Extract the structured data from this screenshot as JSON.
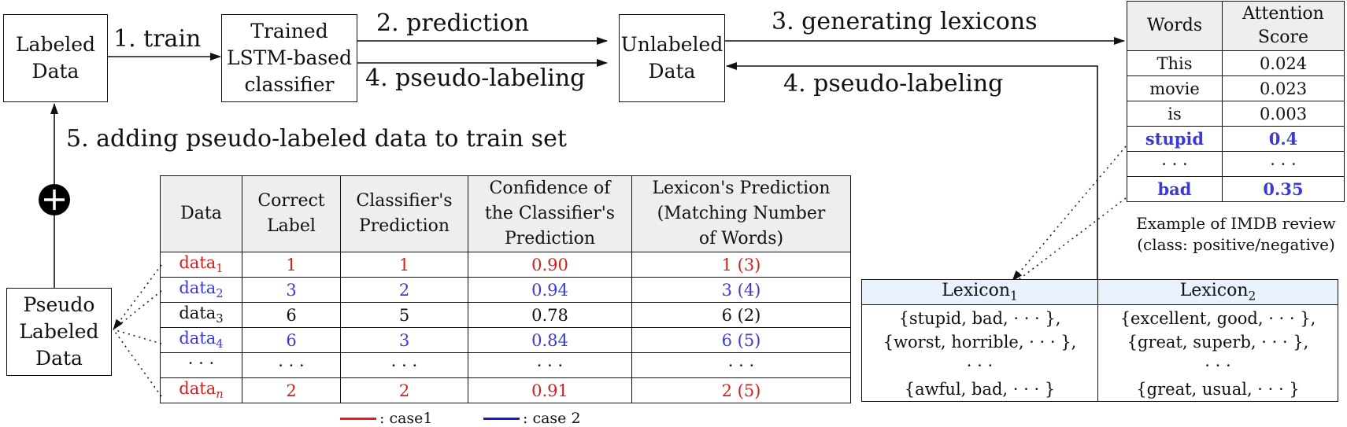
{
  "boxes": {
    "labeled": "Labeled\nData",
    "trained": "Trained\nLSTM-based\nclassifier",
    "unlabeled": "Unlabeled\nData",
    "pseudo": "Pseudo\nLabeled\nData"
  },
  "steps": {
    "train": "1.  train",
    "prediction": "2.  prediction",
    "pseudo_labeling_left": "4.  pseudo-labeling",
    "generating_lexicons": "3.  generating lexicons",
    "pseudo_labeling_right": "4.  pseudo-labeling",
    "adding": "5.  adding pseudo-labeled data to train set"
  },
  "attention_table": {
    "headers": [
      "Words",
      "Attention\nScore"
    ],
    "rows": [
      {
        "word": "This",
        "score": "0.024",
        "highlight": false
      },
      {
        "word": "movie",
        "score": "0.023",
        "highlight": false
      },
      {
        "word": "is",
        "score": "0.003",
        "highlight": false
      },
      {
        "word": "stupid",
        "score": "0.4",
        "highlight": true
      },
      {
        "word": "· · ·",
        "score": "· · ·",
        "highlight": false
      },
      {
        "word": "bad",
        "score": "0.35",
        "highlight": true
      }
    ],
    "caption": "Example of IMDB review\n(class: positive/negative)"
  },
  "main_table": {
    "headers": [
      "Data",
      "Correct\nLabel",
      "Classifier's\nPrediction",
      "Confidence of\nthe Classifier's\nPrediction",
      "Lexicon's Prediction\n(Matching Number\nof Words)"
    ],
    "rows": [
      {
        "data": "data",
        "sub": "1",
        "label": "1",
        "pred": "1",
        "conf": "0.90",
        "lex": "1 (3)",
        "color": "red"
      },
      {
        "data": "data",
        "sub": "2",
        "label": "3",
        "pred": "2",
        "conf": "0.94",
        "lex": "3 (4)",
        "color": "blue"
      },
      {
        "data": "data",
        "sub": "3",
        "label": "6",
        "pred": "5",
        "conf": "0.78",
        "lex": "6 (2)",
        "color": "black"
      },
      {
        "data": "data",
        "sub": "4",
        "label": "6",
        "pred": "3",
        "conf": "0.84",
        "lex": "6 (5)",
        "color": "blue"
      },
      {
        "data": "· · ·",
        "sub": "",
        "label": "· · ·",
        "pred": "· · ·",
        "conf": "· · ·",
        "lex": "· · ·",
        "color": "black"
      },
      {
        "data": "data",
        "sub": "n",
        "label": "2",
        "pred": "2",
        "conf": "0.91",
        "lex": "2 (5)",
        "color": "red"
      }
    ]
  },
  "lexicon_table": {
    "headers": [
      {
        "name": "Lexicon",
        "sub": "1"
      },
      {
        "name": "Lexicon",
        "sub": "2"
      }
    ],
    "col1": "{stupid, bad, · · · },\n{worst, horrible, · · · },\n· · ·\n{awful, bad, · · · }",
    "col2": "{excellent, good, · · · },\n{great, superb, · · · },\n· · ·\n{great, usual, · · · }"
  },
  "legend": [
    {
      "label": ": case1",
      "color": "#e02020"
    },
    {
      "label": ": case 2",
      "color": "#1a1ad0"
    }
  ],
  "colors": {
    "red": "#d42020",
    "blue": "#3b3bd4",
    "header_gray": "#eeeeee",
    "lexicon_header": "#e9f1fc"
  }
}
